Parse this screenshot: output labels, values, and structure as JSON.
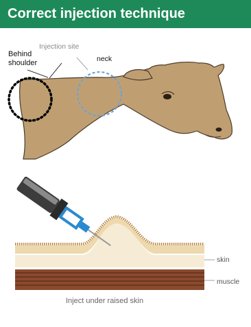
{
  "title": "Correct injection technique",
  "labels": {
    "behind_shoulder": "Behind shoulder",
    "injection_site": "Injection site",
    "neck": "neck",
    "skin": "skin",
    "muscle": "muscle"
  },
  "caption": "Inject under raised skin",
  "colors": {
    "banner": "#1e8a5a",
    "cow": "#bf9f72",
    "skin": "#f3e6c8",
    "muscle": "#8a4a2e",
    "needle_hub": "#2a8ad0"
  }
}
